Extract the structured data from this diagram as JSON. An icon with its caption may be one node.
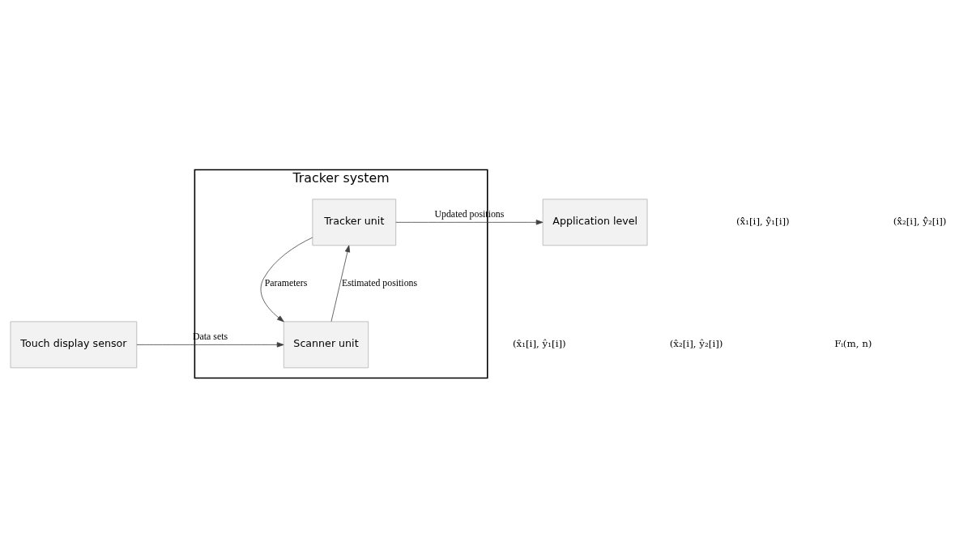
{
  "diagram": {
    "nodes": [
      {
        "text": [
          "Tracker system"
        ]
      },
      {
        "text": [
          "Tracker unit"
        ],
        "in": 0
      },
      {
        "text": [
          "Scanner unit"
        ],
        "in": 0
      },
      {
        "text": [
          "Touch display sensor"
        ]
      },
      {
        "text": [
          "Application level"
        ]
      }
    ],
    "edges": [
      {
        "from": 1,
        "to": 4,
        "arrow": "to",
        "label": "Updated positions"
      },
      {
        "from": 1,
        "to": 2,
        "arrow": "to",
        "label": "Parameters"
      },
      {
        "from": 2,
        "to": 1,
        "arrow": "to",
        "label": "Estimated positions"
      },
      {
        "from": 3,
        "to": 2,
        "arrow": "to",
        "label": "Data sets"
      }
    ],
    "labels": [
      "(x̂̂₁[i], ŷ̂₁[i])",
      "(x̂̂₂[i], ŷ̂₂[i])",
      "(x̂₁[i], ŷ₁[i])",
      "(x̂₂[i], ŷ₂[i])",
      "Fᵢ(m, n)"
    ]
  }
}
